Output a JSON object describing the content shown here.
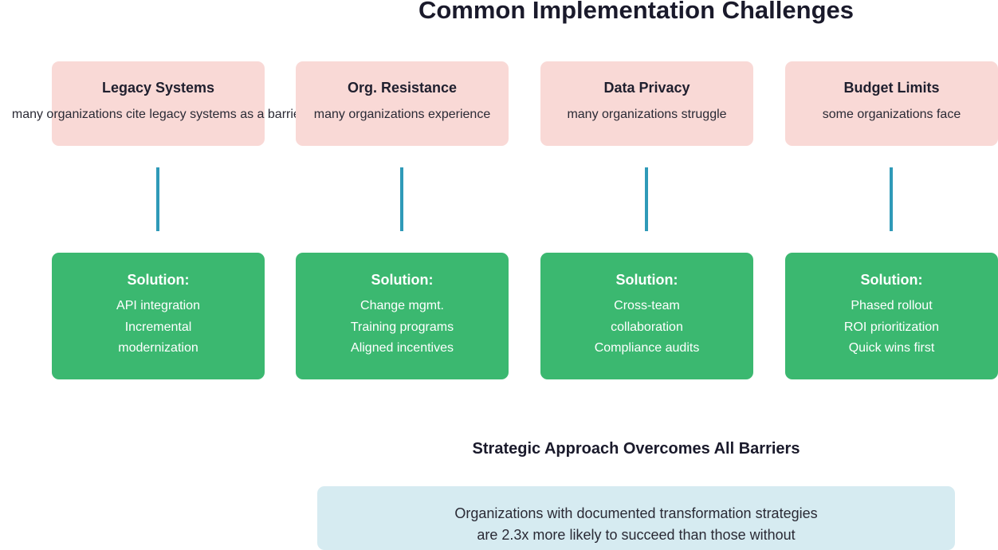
{
  "title": "Common Implementation Challenges",
  "challenges": [
    {
      "title": "Legacy Systems",
      "description": "many organizations cite legacy systems as a barrier",
      "solution_title": "Solution:",
      "solution_lines": [
        "API integration",
        "Incremental",
        "modernization"
      ]
    },
    {
      "title": "Org. Resistance",
      "description": "many organizations experience",
      "solution_title": "Solution:",
      "solution_lines": [
        "Change mgmt.",
        "Training programs",
        "Aligned incentives"
      ]
    },
    {
      "title": "Data Privacy",
      "description": "many organizations struggle",
      "solution_title": "Solution:",
      "solution_lines": [
        "Cross-team",
        "collaboration",
        "Compliance audits"
      ]
    },
    {
      "title": "Budget Limits",
      "description": "some organizations face",
      "solution_title": "Solution:",
      "solution_lines": [
        "Phased rollout",
        "ROI prioritization",
        "Quick wins first"
      ]
    }
  ],
  "strategy": {
    "heading": "Strategic Approach Overcomes All Barriers",
    "lines": [
      "Organizations with documented transformation strategies",
      "are 2.3x more likely to succeed than those without"
    ]
  },
  "colors": {
    "challenge_fill": "#f9d9d6",
    "solution_fill": "#3bb870",
    "connector": "#2f9ab8",
    "strategy_fill": "#d6ebf1"
  }
}
